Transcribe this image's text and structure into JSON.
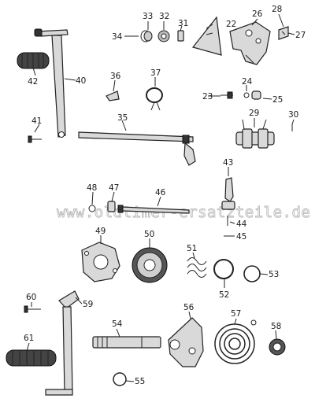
{
  "watermark": "www.oldtimer-ersatzteile.de",
  "parts": [
    {
      "id": "22",
      "label": "22"
    },
    {
      "id": "23",
      "label": "23"
    },
    {
      "id": "24",
      "label": "24"
    },
    {
      "id": "25",
      "label": "25"
    },
    {
      "id": "26",
      "label": "26"
    },
    {
      "id": "27",
      "label": "27"
    },
    {
      "id": "28",
      "label": "28"
    },
    {
      "id": "29",
      "label": "29"
    },
    {
      "id": "30",
      "label": "30"
    },
    {
      "id": "31",
      "label": "31"
    },
    {
      "id": "32",
      "label": "32"
    },
    {
      "id": "33",
      "label": "33"
    },
    {
      "id": "34",
      "label": "34"
    },
    {
      "id": "35",
      "label": "35"
    },
    {
      "id": "36",
      "label": "36"
    },
    {
      "id": "37",
      "label": "37"
    },
    {
      "id": "40",
      "label": "40"
    },
    {
      "id": "41",
      "label": "41"
    },
    {
      "id": "42",
      "label": "42"
    },
    {
      "id": "43",
      "label": "43"
    },
    {
      "id": "44",
      "label": "44"
    },
    {
      "id": "45",
      "label": "45"
    },
    {
      "id": "46",
      "label": "46"
    },
    {
      "id": "47",
      "label": "47"
    },
    {
      "id": "48",
      "label": "48"
    },
    {
      "id": "49",
      "label": "49"
    },
    {
      "id": "50",
      "label": "50"
    },
    {
      "id": "51",
      "label": "51"
    },
    {
      "id": "52",
      "label": "52"
    },
    {
      "id": "53",
      "label": "53"
    },
    {
      "id": "54",
      "label": "54"
    },
    {
      "id": "55",
      "label": "55"
    },
    {
      "id": "56",
      "label": "56"
    },
    {
      "id": "57",
      "label": "57"
    },
    {
      "id": "58",
      "label": "58"
    },
    {
      "id": "59",
      "label": "59"
    },
    {
      "id": "60",
      "label": "60"
    },
    {
      "id": "61",
      "label": "61"
    }
  ]
}
